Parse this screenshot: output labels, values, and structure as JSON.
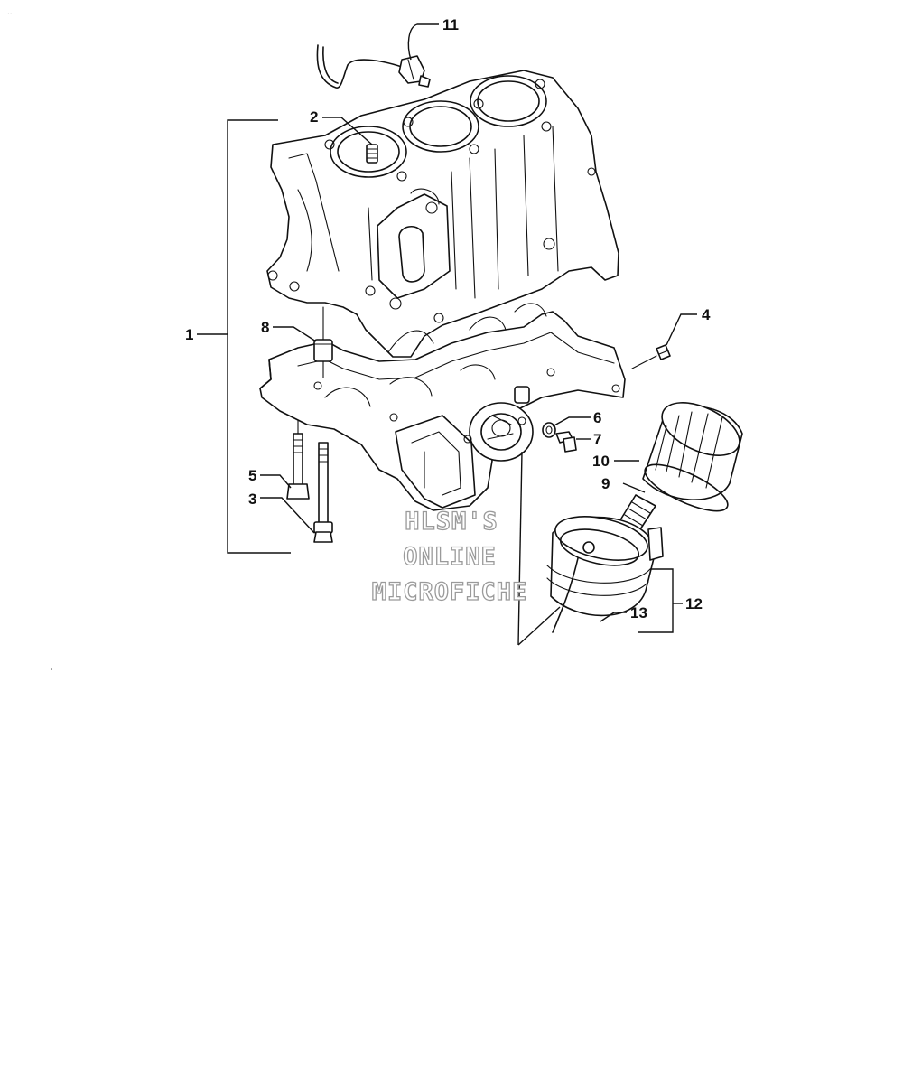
{
  "diagram": {
    "callouts": [
      "1",
      "2",
      "3",
      "4",
      "5",
      "6",
      "7",
      "8",
      "9",
      "10",
      "11",
      "12",
      "13"
    ],
    "watermark_lines": [
      "HLSM'S",
      "ONLINE",
      "MICROFICHE"
    ],
    "corner_mark": ".."
  }
}
